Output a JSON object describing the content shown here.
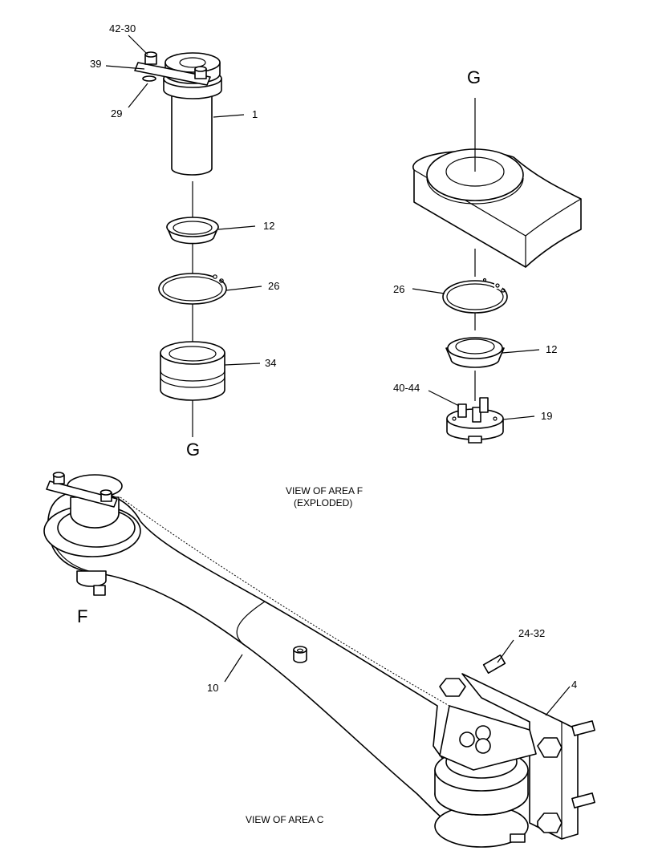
{
  "callouts": {
    "c42_30": "42-30",
    "c39": "39",
    "c29": "29",
    "c1": "1",
    "c12_left": "12",
    "c26_left": "26",
    "c34": "34",
    "c26_right": "26",
    "c12_right": "12",
    "c40_44": "40-44",
    "c19": "19",
    "c24_32": "24-32",
    "c4": "4",
    "c10": "10"
  },
  "view_letters": {
    "g_top": "G",
    "g_bottom": "G",
    "f": "F"
  },
  "captions": {
    "area_f_line1": "VIEW OF AREA F",
    "area_f_line2": "(EXPLODED)",
    "area_c": "VIEW OF AREA C"
  }
}
